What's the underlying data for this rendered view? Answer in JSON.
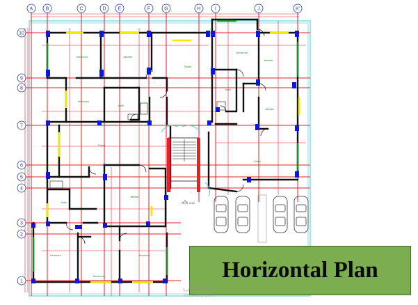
{
  "grid": {
    "cols": [
      "A",
      "B",
      "C",
      "D",
      "E",
      "F",
      "G",
      "H",
      "I",
      "J",
      "K'"
    ],
    "rows": [
      "10",
      "9",
      "8",
      "7",
      "6",
      "5",
      "4",
      "3",
      "2",
      "1"
    ]
  },
  "rooms": [
    "bedroom",
    "kitchen",
    "Salon",
    "bedroom",
    "kitchen",
    "bedroom",
    "bath",
    "bath",
    "kitchen",
    "Salon",
    "Salon",
    "kitchen",
    "bath",
    "bedroom",
    "bedroom",
    "bedroom"
  ],
  "level_mark": "0.00",
  "title": "Horizontal Plan",
  "watermark": {
    "ar": "مستقل",
    "en": "mostaql.com"
  },
  "colors": {
    "wall": "#111111",
    "column": "#0b18d6",
    "window": "#f5e800",
    "gridline": "#e0222a",
    "green": "#1c8a2e",
    "cyan": "#4bc9d6",
    "title_bg": "#7cad4f"
  }
}
